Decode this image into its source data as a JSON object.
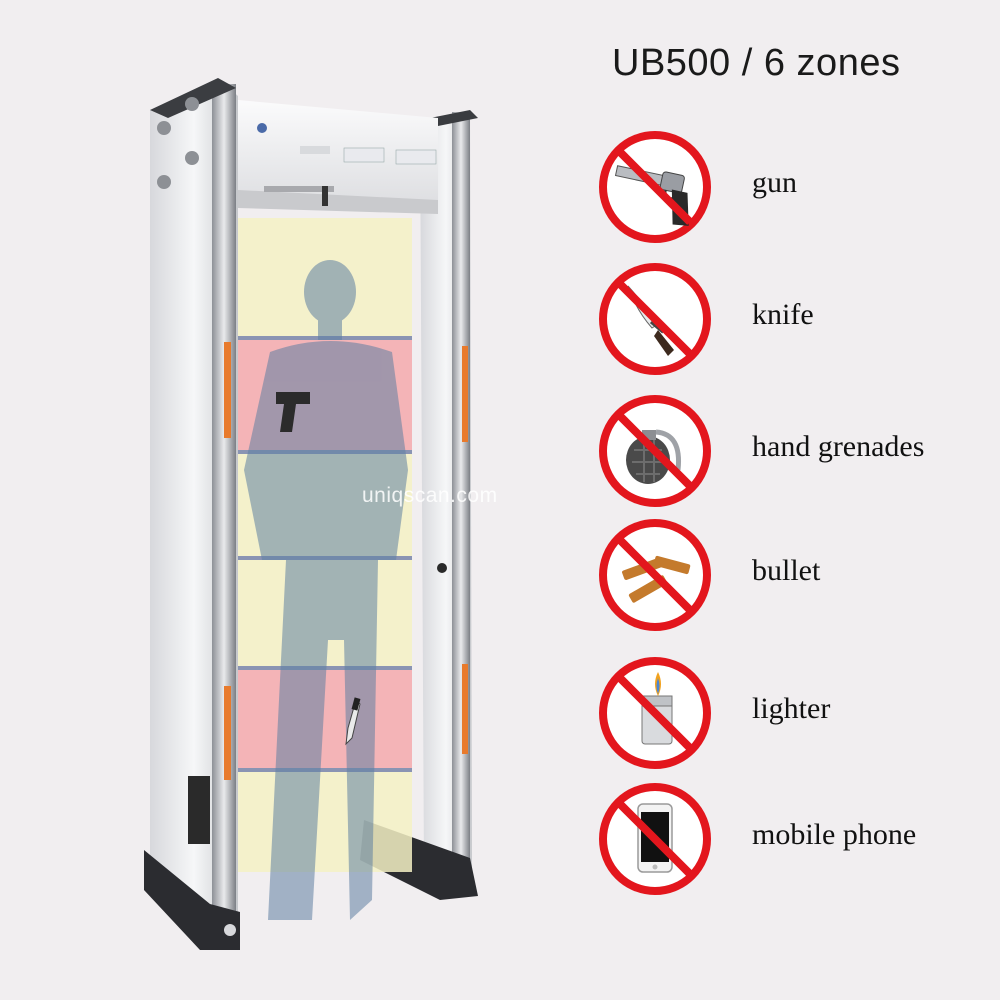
{
  "title": "UB500 / 6 zones",
  "brand": "UNIQSCAN",
  "watermark": "uniqscan.com",
  "colors": {
    "background": "#f1eef0",
    "prohibited_red": "#e3161d",
    "zone_red": "#f4a9ad",
    "zone_yellow": "#f4f1c4"
  },
  "items": [
    {
      "label": "gun",
      "icon": "gun-icon"
    },
    {
      "label": "knife",
      "icon": "knife-icon"
    },
    {
      "label": "hand grenades",
      "icon": "grenade-icon"
    },
    {
      "label": "bullet",
      "icon": "bullet-icon"
    },
    {
      "label": "lighter",
      "icon": "lighter-icon"
    },
    {
      "label": "mobile phone",
      "icon": "mobile-phone-icon"
    }
  ]
}
